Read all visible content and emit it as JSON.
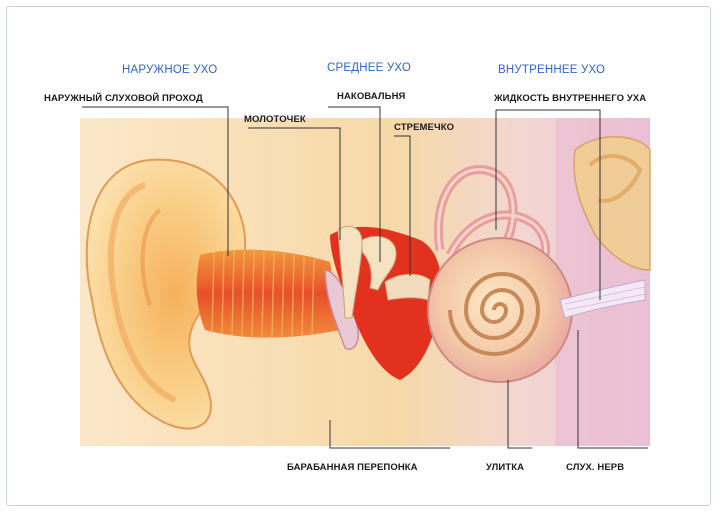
{
  "sections": {
    "outer": "НАРУЖНОЕ УХО",
    "middle": "СРЕДНЕЕ УХО",
    "inner": "ВНУТРЕННЕЕ УХО"
  },
  "labels": {
    "ear_canal": "НАРУЖНЫЙ СЛУХОВОЙ ПРОХОД",
    "incus": "НАКОВАЛЬНЯ",
    "inner_fluid": "ЖИДКОСТЬ ВНУТРЕННЕГО УХА",
    "malleus": "МОЛОТОЧЕК",
    "stapes": "СТРЕМЕЧКО",
    "eardrum": "БАРАБАННАЯ ПЕРЕПОНКА",
    "cochlea": "УЛИТКА",
    "auditory_nerve": "СЛУХ. НЕРВ"
  }
}
